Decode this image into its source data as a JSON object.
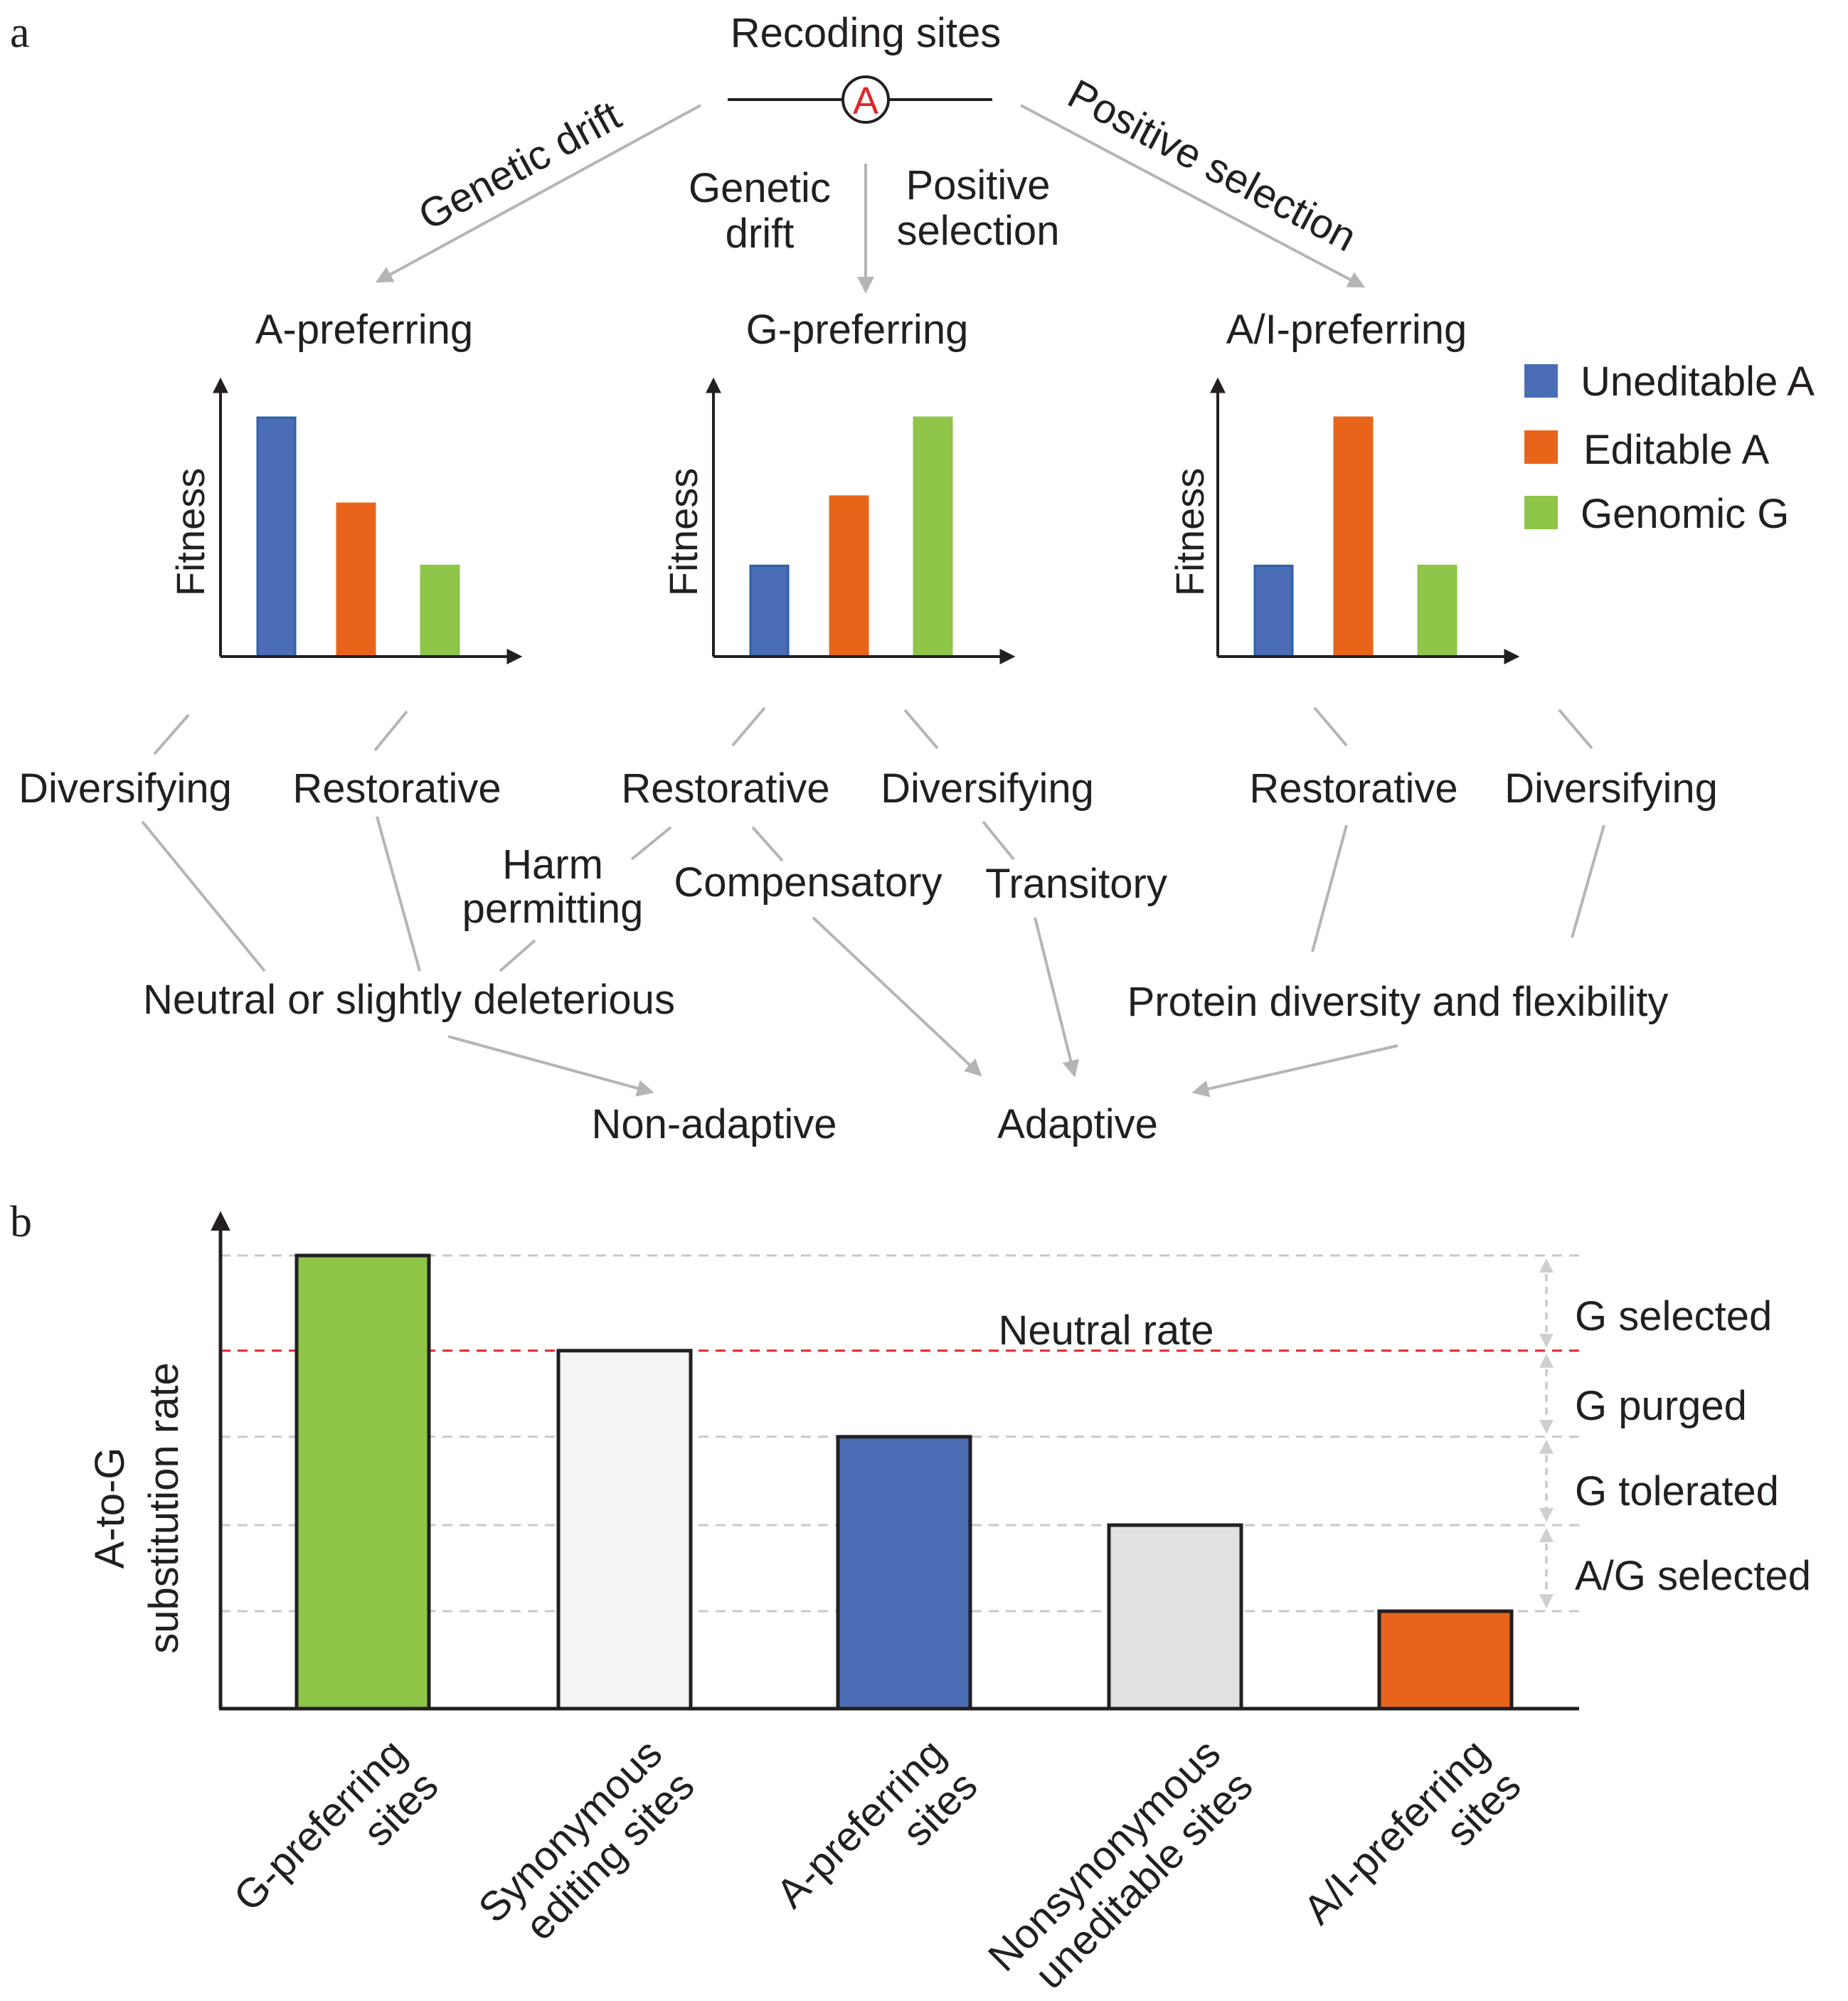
{
  "panel_a": {
    "label": "a",
    "recoding_sites": "Recoding sites",
    "site_letter": "A",
    "path_left": "Genetic drift",
    "path_mid_left": [
      "Genetic",
      "drift"
    ],
    "path_mid_right": [
      "Positive",
      "selection"
    ],
    "path_right": "Positive selection",
    "legend": [
      {
        "label": "Uneditable A",
        "color": "#4a6db5"
      },
      {
        "label": "Editable A",
        "color": "#e8641b"
      },
      {
        "label": "Genomic G",
        "color": "#8fc548"
      }
    ],
    "y_axis_label": "Fitness",
    "charts": [
      {
        "title": "A-preferring",
        "values": [
          1.0,
          0.64,
          0.38
        ]
      },
      {
        "title": "G-preferring",
        "values": [
          0.38,
          0.67,
          1.0
        ]
      },
      {
        "title": "A/I-preferring",
        "values": [
          0.38,
          1.0,
          0.38
        ]
      }
    ],
    "labels": {
      "a_diversifying": "Diversifying",
      "a_restorative": "Restorative",
      "g_restorative": "Restorative",
      "g_diversifying": "Diversifying",
      "ai_restorative": "Restorative",
      "ai_diversifying": "Diversifying",
      "harm_permitting": [
        "Harm",
        "permitting"
      ],
      "compensatory": "Compensatory",
      "transitory": "Transitory",
      "neutral": "Neutral or slightly deleterious",
      "protein": "Protein diversity and flexibility",
      "non_adaptive": "Non-adaptive",
      "adaptive": "Adaptive"
    }
  },
  "panel_b": {
    "label": "b",
    "y_axis_label": [
      "A-to-G",
      "substitution rate"
    ],
    "neutral_rate_label": "Neutral rate",
    "zone_labels": [
      "G selected",
      "G purged",
      "G tolerated",
      "A/G selected"
    ],
    "chart_data": {
      "type": "bar",
      "categories": [
        [
          "G-preferring",
          "sites"
        ],
        [
          "Synonymous",
          "editing sites"
        ],
        [
          "A-preferring",
          "sites"
        ],
        [
          "Nonsynonymous",
          "uneditable sites"
        ],
        [
          "A/I-preferring",
          "sites"
        ]
      ],
      "values": [
        1.0,
        0.79,
        0.6,
        0.405,
        0.215
      ],
      "colors": [
        "#8fc548",
        "#f4f4f4",
        "#4a6db5",
        "#e2e2e2",
        "#e8641b"
      ],
      "neutral_rate": 0.79,
      "reference_levels": [
        1.0,
        0.79,
        0.6,
        0.405,
        0.215
      ],
      "ylim": [
        0,
        1.0
      ],
      "xlabel": "",
      "ylabel": "A-to-G substitution rate"
    }
  }
}
